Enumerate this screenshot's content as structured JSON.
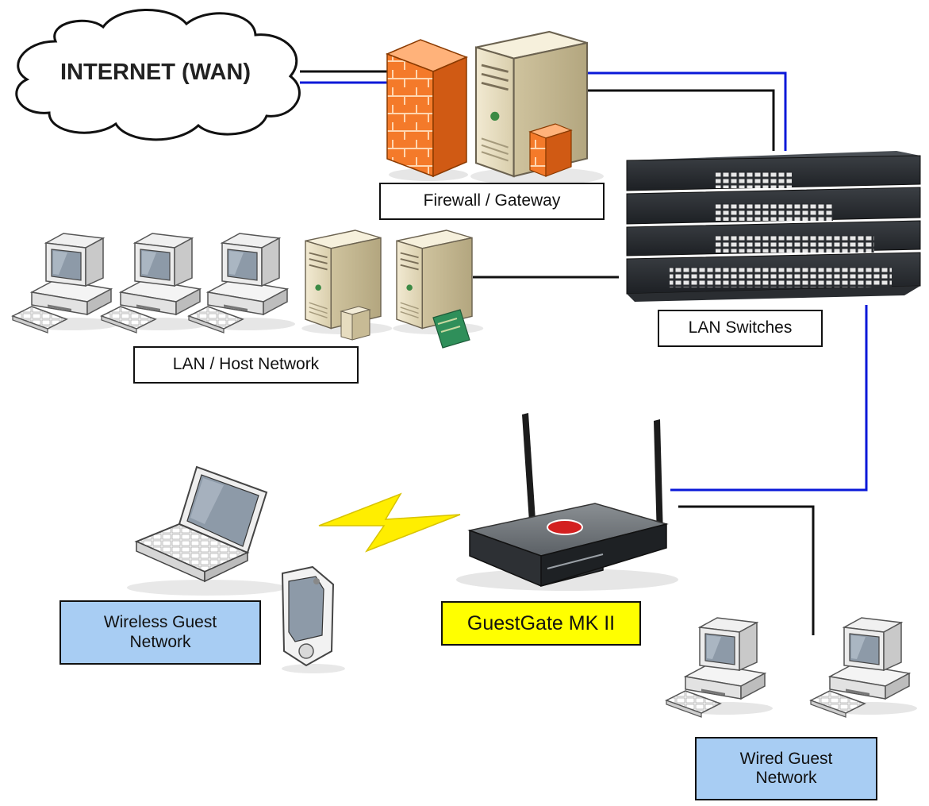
{
  "nodes": {
    "internet": {
      "label": "INTERNET (WAN)"
    },
    "firewall": {
      "label": "Firewall / Gateway"
    },
    "lan_switches": {
      "label": "LAN Switches"
    },
    "lan_host": {
      "label": "LAN / Host Network"
    },
    "guestgate": {
      "label": "GuestGate MK II"
    },
    "wireless_guest": {
      "label": "Wireless Guest\nNetwork"
    },
    "wired_guest": {
      "label": "Wired Guest\nNetwork"
    }
  },
  "colors": {
    "blue_link": "#0a18d8",
    "black_link": "#111111",
    "guest_box": "#a8cdf3",
    "router_box": "#ffff00",
    "firewall": "#f47a2a",
    "wireless_bolt": "#ffee00"
  }
}
